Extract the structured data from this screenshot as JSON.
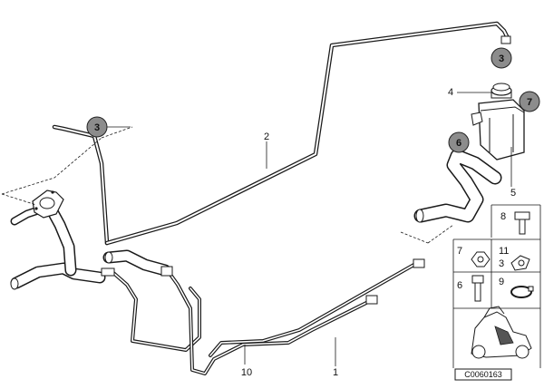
{
  "diagram": {
    "callouts": [
      "3",
      "3",
      "7",
      "6"
    ],
    "labels": {
      "item_1": "1",
      "item_2": "2",
      "item_4": "4",
      "item_5": "5",
      "item_10": "10"
    },
    "parts_panel": {
      "cells": [
        "8",
        "7",
        "11",
        "3",
        "6",
        "9"
      ]
    },
    "diagram_code": "C0060163"
  }
}
